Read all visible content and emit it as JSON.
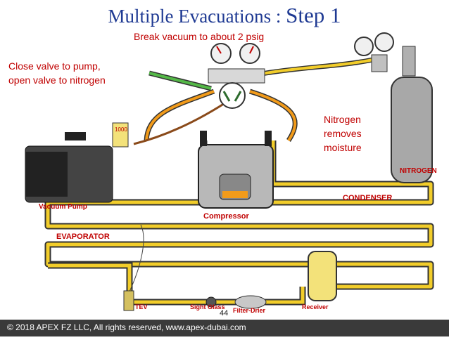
{
  "slide": {
    "title": "Multiple Evacuations :",
    "title_step": "Step 1",
    "subtitle": "Break vacuum to about 2 psig",
    "page_number": "44",
    "footer": "© 2018 APEX FZ LLC, All rights reserved, www.apex-dubai.com"
  },
  "notes": {
    "valve_line1": "Close valve to pump,",
    "valve_line2": "open valve to nitrogen",
    "nitrogen_line1": "Nitrogen",
    "nitrogen_line2": "removes",
    "nitrogen_line3": "moisture"
  },
  "labels": {
    "vacuum_pump": "Vacuum Pump",
    "compressor": "Compressor",
    "condenser": "CONDENSER",
    "evaporator": "EVAPORATOR",
    "nitrogen": "NITROGEN",
    "tev": "TEV",
    "sight_glass": "Sight Glass",
    "filter_drier": "Filter-Drier",
    "receiver": "Receiver",
    "gauge_reading": "1000"
  },
  "colors": {
    "title": "#1f3a93",
    "label_red": "#c00000",
    "pipe_fill": "#f2cd2a",
    "pipe_outline": "#333333",
    "hose_orange": "#f29b1a",
    "hose_green": "#54b847",
    "hose_brown": "#8a4a1a",
    "cylinder": "#a8a8a8",
    "receiver": "#f3e27a"
  }
}
